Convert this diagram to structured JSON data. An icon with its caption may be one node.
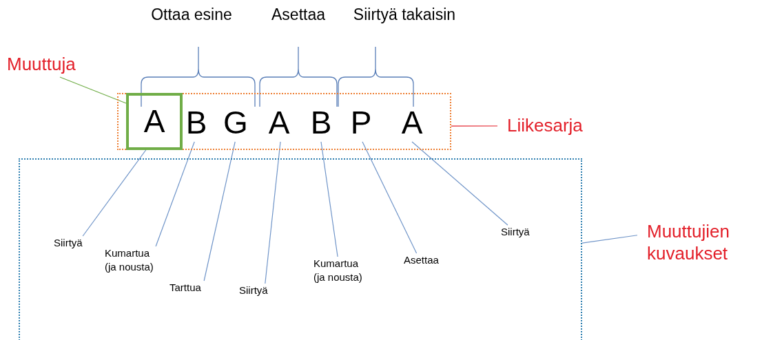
{
  "diagram": {
    "nodes": [
      {
        "text": [
          "Muuttuja"
        ]
      },
      {
        "text": [],
        "shape": "box"
      },
      {
        "text": [
          "A"
        ],
        "in": 1
      },
      {
        "text": [
          "B"
        ],
        "in": 1
      },
      {
        "text": [
          "G"
        ],
        "in": 1
      },
      {
        "text": [
          "A"
        ],
        "in": 1
      },
      {
        "text": [
          "B"
        ],
        "in": 1
      },
      {
        "text": [
          "P"
        ],
        "in": 1
      },
      {
        "text": [
          "A"
        ],
        "in": 1
      },
      {
        "text": [
          "Liikesarja"
        ]
      },
      {
        "text": [],
        "shape": "box"
      },
      {
        "text": [
          "Siirtyä"
        ],
        "in": 10
      },
      {
        "text": [
          "Kumartua (ja nousta)"
        ],
        "in": 10
      },
      {
        "text": [
          "Tarttua"
        ],
        "in": 10
      },
      {
        "text": [
          "Siirtyä"
        ],
        "in": 10
      },
      {
        "text": [
          "Kumartua (ja nousta)"
        ],
        "in": 10
      },
      {
        "text": [
          "Asettaa"
        ],
        "in": 10
      },
      {
        "text": [
          "Siirtyä"
        ],
        "in": 10
      },
      {
        "text": [
          "Muuttujien kuvaukset"
        ]
      }
    ],
    "edges": [
      {
        "from": 0,
        "to": 2,
        "arrow": "none",
        "color": "#70ad47"
      },
      {
        "from": 9,
        "to": 1,
        "arrow": "none",
        "color": "#e3202a"
      },
      {
        "from": 18,
        "to": 10,
        "arrow": "none"
      },
      {
        "from": 2,
        "to": 11,
        "arrow": "none"
      },
      {
        "from": 3,
        "to": 12,
        "arrow": "none"
      },
      {
        "from": 4,
        "to": 13,
        "arrow": "none"
      },
      {
        "from": 5,
        "to": 14,
        "arrow": "none"
      },
      {
        "from": 6,
        "to": 15,
        "arrow": "none"
      },
      {
        "from": 7,
        "to": 16,
        "arrow": "none"
      },
      {
        "from": 8,
        "to": 17,
        "arrow": "none"
      }
    ],
    "labels": [
      "Ottaa esine",
      "Asettaa",
      "Siirtyä takaisin"
    ]
  }
}
